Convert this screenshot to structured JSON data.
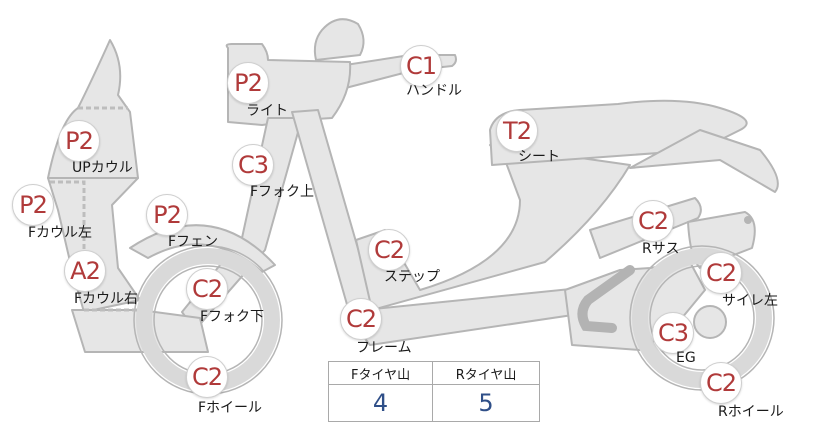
{
  "parts": [
    {
      "id": "handle",
      "grade": "C1",
      "label": "ハンドル"
    },
    {
      "id": "light",
      "grade": "P2",
      "label": "ライト"
    },
    {
      "id": "up-cowl",
      "grade": "P2",
      "label": "UPカウル"
    },
    {
      "id": "front-fork-upper",
      "grade": "C3",
      "label": "Fフォク上"
    },
    {
      "id": "seat",
      "grade": "T2",
      "label": "シート"
    },
    {
      "id": "front-cowl-left",
      "grade": "P2",
      "label": "Fカウル左"
    },
    {
      "id": "front-fender",
      "grade": "P2",
      "label": "Fフェン"
    },
    {
      "id": "rear-suspension",
      "grade": "C2",
      "label": "Rサス"
    },
    {
      "id": "step",
      "grade": "C2",
      "label": "ステップ"
    },
    {
      "id": "front-cowl-right",
      "grade": "A2",
      "label": "Fカウル右"
    },
    {
      "id": "muffler-left",
      "grade": "C2",
      "label": "サイレ左"
    },
    {
      "id": "front-fork-lower",
      "grade": "C2",
      "label": "Fフォク下"
    },
    {
      "id": "frame",
      "grade": "C2",
      "label": "フレーム"
    },
    {
      "id": "engine",
      "grade": "C3",
      "label": "EG"
    },
    {
      "id": "front-wheel",
      "grade": "C2",
      "label": "Fホイール"
    },
    {
      "id": "rear-wheel",
      "grade": "C2",
      "label": "Rホイール"
    }
  ],
  "tire_table": {
    "front_header": "Fタイヤ山",
    "rear_header": "Rタイヤ山",
    "front_value": "4",
    "rear_value": "5"
  },
  "colors": {
    "grade_text": "#b03a3a",
    "tire_value": "#2f4f88",
    "part_fill": "#e6e6e6",
    "part_stroke": "#b5b5b5"
  }
}
